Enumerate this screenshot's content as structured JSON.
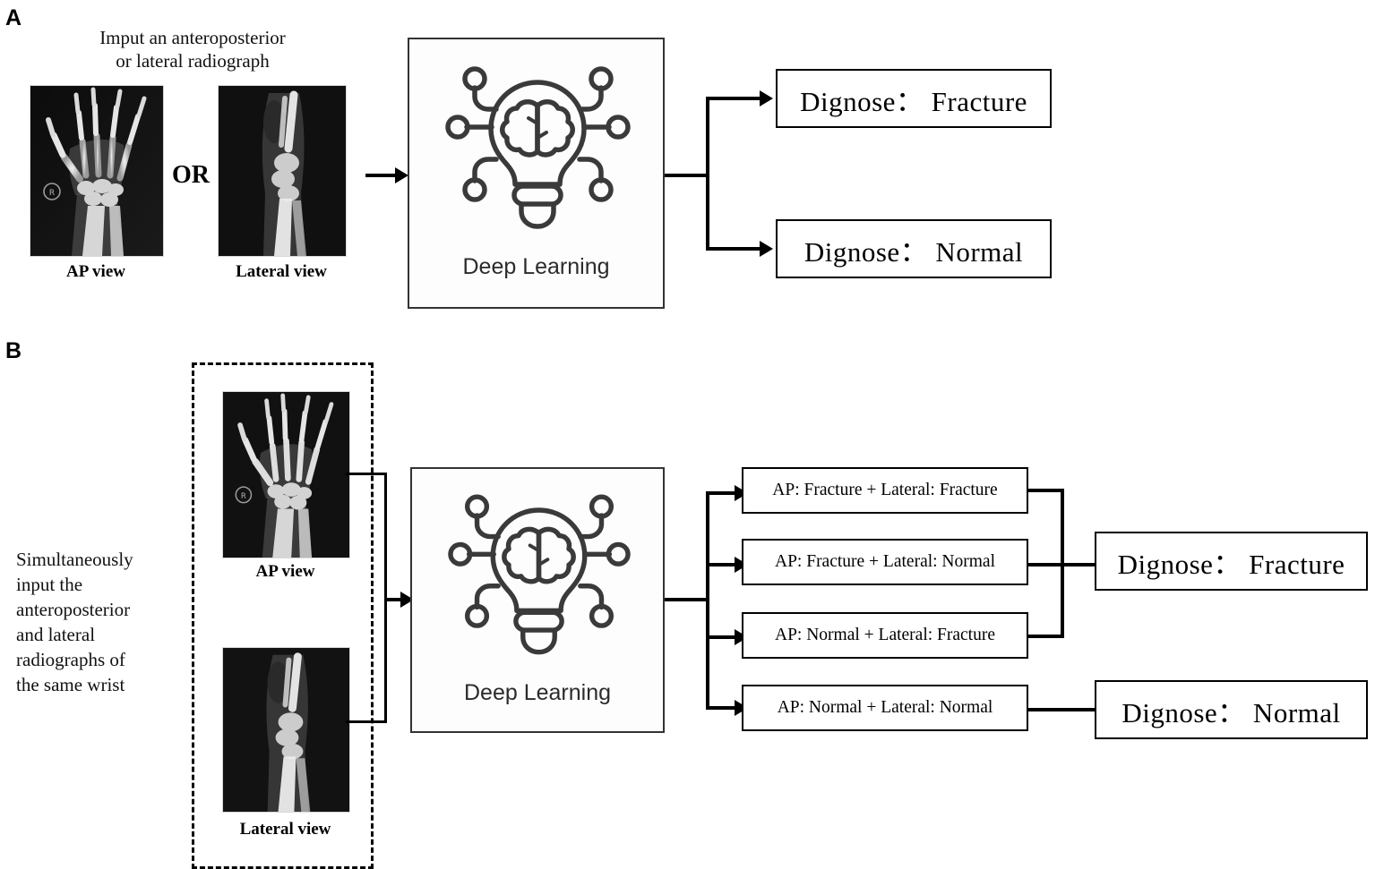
{
  "figure": {
    "panels": [
      {
        "letter": "A",
        "input_caption": "Imput an anteroposterior\nor lateral radiograph",
        "input_caption_line1": "Imput an anteroposterior",
        "input_caption_line2": "or lateral radiograph",
        "or_label": "OR",
        "views": [
          {
            "label": "AP view",
            "marker": "R"
          },
          {
            "label": "Lateral view",
            "marker": ""
          }
        ],
        "model": {
          "label": "Deep Learning",
          "icon": "lightbulb-brain-ai-icon"
        },
        "outputs": [
          {
            "label": "Dignose： Fracture"
          },
          {
            "label": "Dignose： Normal"
          }
        ]
      },
      {
        "letter": "B",
        "input_caption_lines": [
          "Simultaneously",
          "input  the",
          "anteroposterior",
          "and lateral",
          "radiographs of",
          "the same wrist"
        ],
        "views": [
          {
            "label": "AP view",
            "marker": "R"
          },
          {
            "label": "Lateral view",
            "marker": ""
          }
        ],
        "model": {
          "label": "Deep Learning",
          "icon": "lightbulb-brain-ai-icon"
        },
        "combinations": [
          {
            "label": "AP: Fracture + Lateral: Fracture",
            "result": "Fracture"
          },
          {
            "label": "AP: Fracture + Lateral: Normal",
            "result": "Fracture"
          },
          {
            "label": "AP: Normal + Lateral: Fracture",
            "result": "Fracture"
          },
          {
            "label": "AP: Normal + Lateral: Normal",
            "result": "Normal"
          }
        ],
        "outputs": [
          {
            "label": "Dignose： Fracture"
          },
          {
            "label": "Dignose： Normal"
          }
        ]
      }
    ]
  },
  "colors": {
    "line": "#000000",
    "icon_stroke": "#333333",
    "text": "#000000",
    "background": "#ffffff",
    "xray_background": "#0a0a0a",
    "bone": "#e8e8e8"
  }
}
